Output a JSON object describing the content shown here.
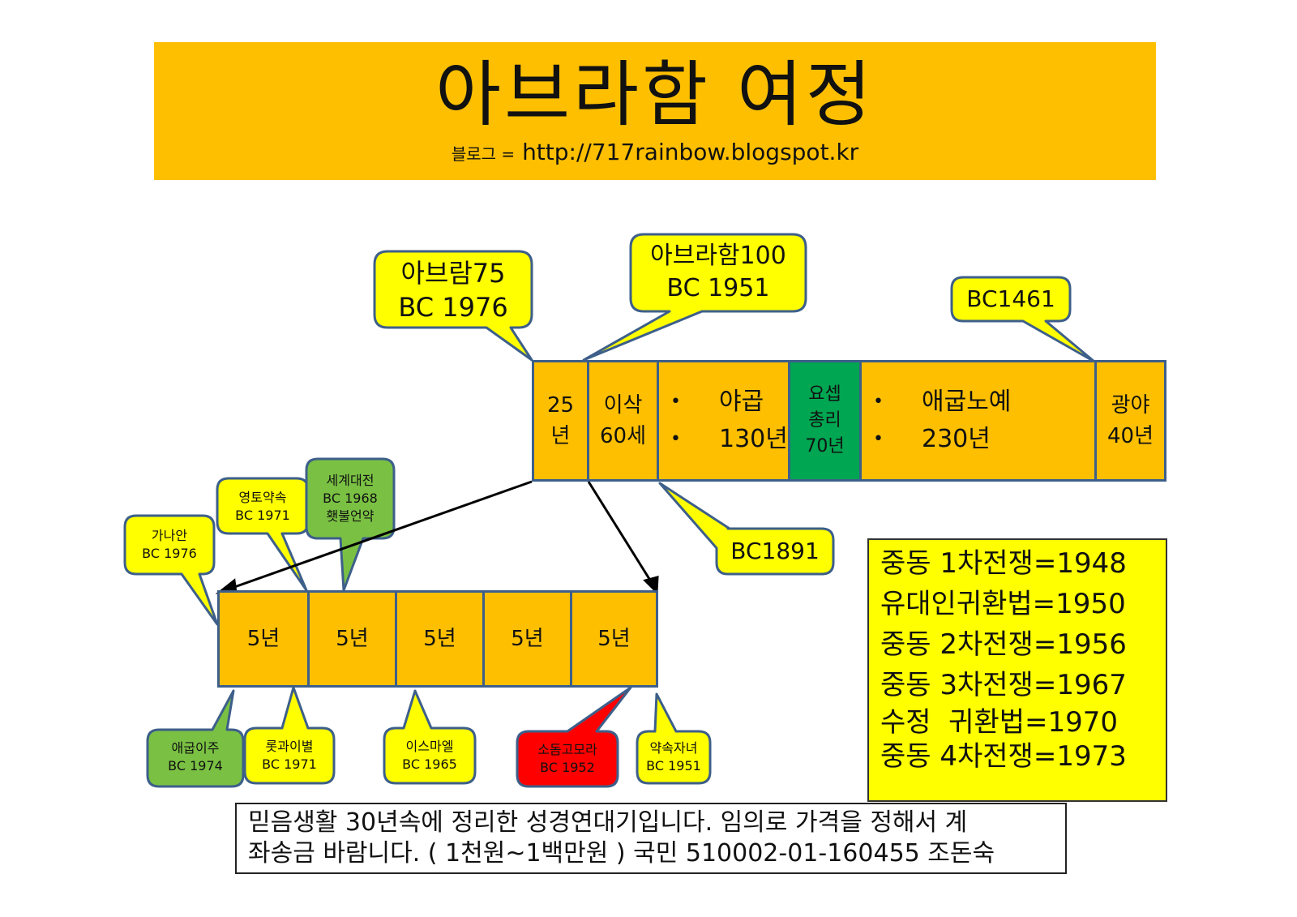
{
  "header": {
    "title": "아브라함 여정",
    "blog_label": "블로그 =",
    "blog_url": "http://717rainbow.blogspot.kr"
  },
  "main_bar": {
    "seg_25": [
      "25",
      "년"
    ],
    "isaac": [
      "이삭",
      "60세"
    ],
    "jacob": [
      "야곱",
      "130년"
    ],
    "joseph": [
      "요셉",
      "총리",
      "70년"
    ],
    "egypt": [
      "애굽노예",
      "230년"
    ],
    "wilderness": [
      "광야",
      "40년"
    ]
  },
  "sub_bar": {
    "segments": [
      "5년",
      "5년",
      "5년",
      "5년",
      "5년"
    ]
  },
  "callouts": {
    "abram": [
      "아브람75",
      "BC 1976"
    ],
    "abraham": [
      "아브라함100",
      "BC 1951"
    ],
    "bc1461": "BC1461",
    "bc1891": "BC1891",
    "canaan": [
      "가나안",
      "BC 1976"
    ],
    "land_covenant": [
      "영토약속",
      "BC 1971"
    ],
    "world_war": [
      "세계대전",
      "BC 1968",
      "횃불언약"
    ],
    "egypt_move": [
      "애굽이주",
      "BC 1974"
    ],
    "lot_parting": [
      "롯과이별",
      "BC 1971"
    ],
    "ishmael": [
      "이스마엘",
      "BC 1965"
    ],
    "sodom": [
      "소돔고모라",
      "BC 1952"
    ],
    "promised_child": [
      "약속자녀",
      "BC 1951"
    ]
  },
  "legend": [
    "중동 1차전쟁=1948",
    "유대인귀환법=1950",
    "중동 2차전쟁=1956",
    "중동 3차전쟁=1967",
    "수정  귀환법=1970",
    "중동 4차전쟁=1973"
  ],
  "note": [
    "믿음생활 30년속에 정리한 성경연대기입니다. 임의로 가격을 정해서 계",
    "좌송금 바람니다. ( 1천원~1백만원 ) 국민 510002-01-160455 조돈숙"
  ],
  "colors": {
    "banner": "#fdbf00",
    "bar": "#fdbf00",
    "bar_border": "#3d5f8a",
    "joseph_segment": "#00a651",
    "callout_yellow": "#ffff00",
    "callout_green": "#7ac143",
    "callout_red": "#ff0000",
    "callout_border": "#3d5f8a"
  }
}
